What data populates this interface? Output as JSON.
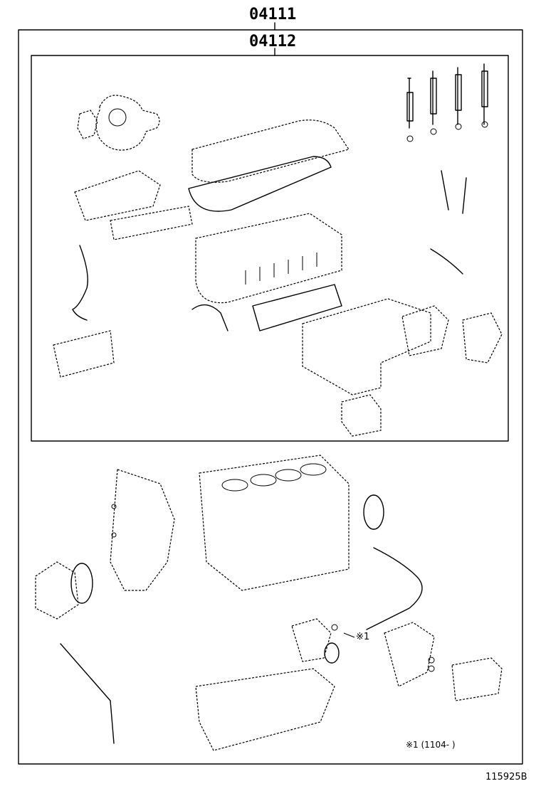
{
  "diagram": {
    "outer_kit_label": "04111",
    "inner_kit_label": "04112",
    "note_marker": "※1",
    "note_text": "※1 (1104-      )",
    "illustration_code": "115925B"
  }
}
